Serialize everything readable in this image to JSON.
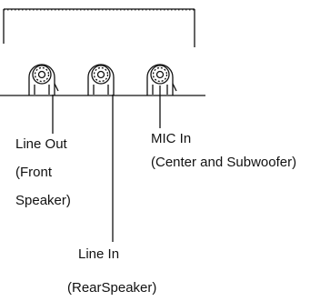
{
  "jacks": [
    {
      "id": "line-out",
      "label_lines": [
        "Line Out",
        "(Front",
        "Speaker)"
      ]
    },
    {
      "id": "line-in",
      "label_lines": [
        "Line In",
        "(RearSpeaker)"
      ]
    },
    {
      "id": "mic-in",
      "label_lines": [
        "MIC In",
        "(Center and Subwoofer)"
      ]
    }
  ],
  "colors": {
    "ink": "#111111",
    "background": "#ffffff"
  }
}
